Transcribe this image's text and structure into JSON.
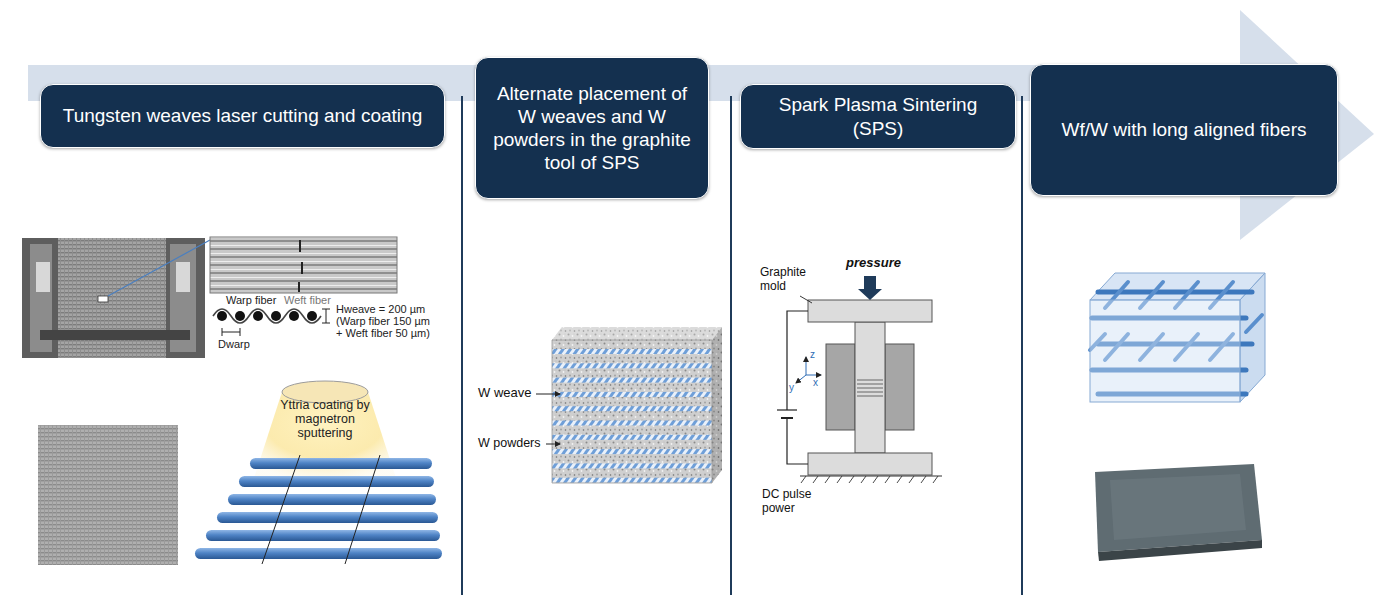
{
  "diagram": {
    "nodes": [
      {
        "text": [
          "Tungsten weaves laser cutting and coating"
        ]
      },
      {
        "text": [
          "Alternate placement of W weaves and W powders in the graphite tool of SPS"
        ]
      },
      {
        "text": [
          "Spark Plasma Sintering (SPS)"
        ]
      },
      {
        "text": [
          "Wf/W with long aligned fibers"
        ]
      }
    ],
    "labels": [
      "Warp fiber",
      "Weft fiber",
      "Hweave = 200 µm",
      "(Warp fiber 150 µm",
      "+ Weft fiber 50 µm)",
      "Dwarp",
      "Yttria coating by magnetron sputtering",
      "W weave",
      "W powders",
      "pressure",
      "Graphite mold",
      "DC pulse power",
      "z",
      "y",
      "x"
    ]
  }
}
